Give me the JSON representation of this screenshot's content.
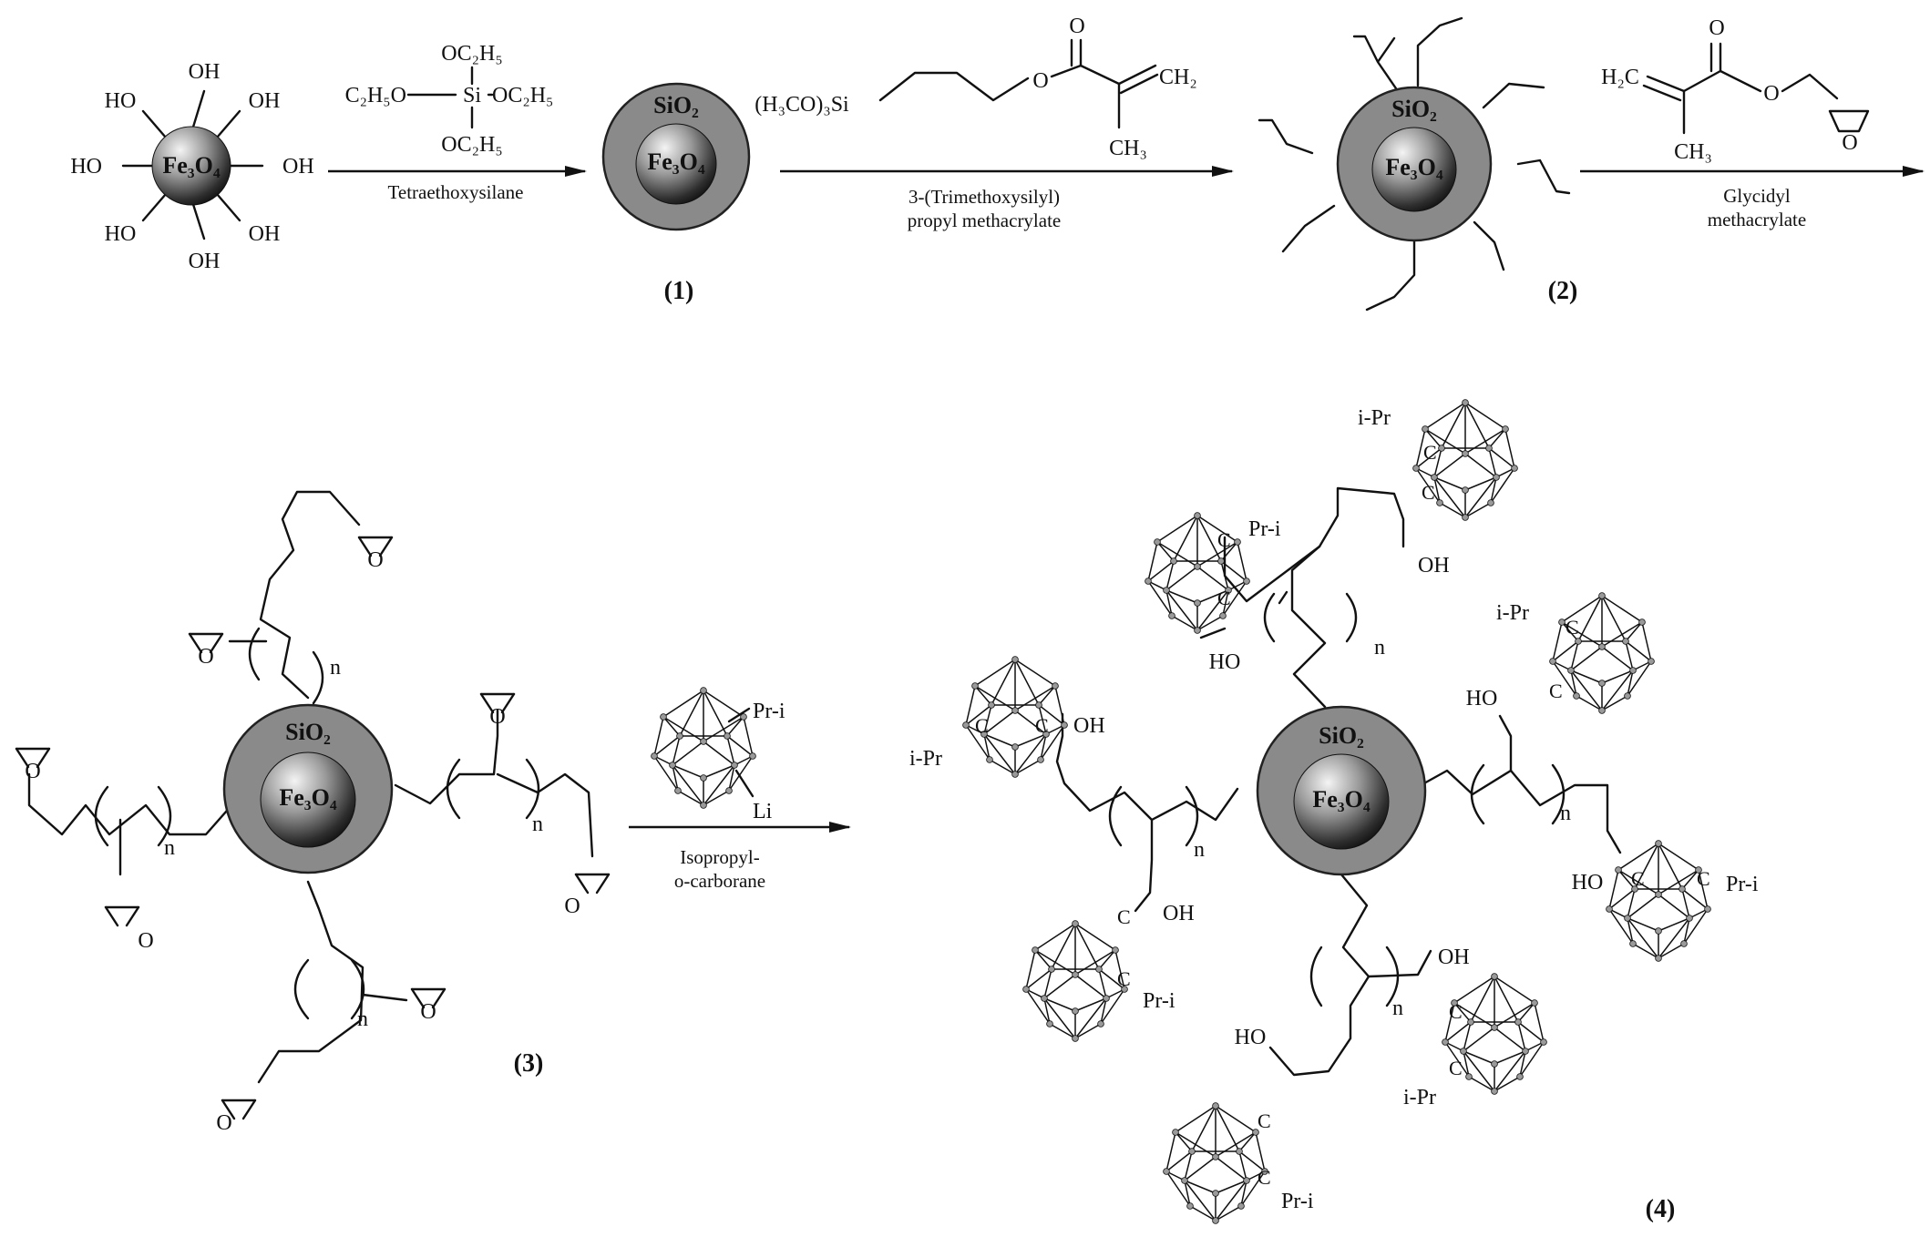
{
  "labels": {
    "hydroxyl": "OH",
    "hydroxyl_left": "HO",
    "core": "Fe₃O₄",
    "shell": "SiO₂",
    "repeat_n": "n",
    "ring_oxygen": "O",
    "isopropyl_right": "Pr-i",
    "isopropyl_left": "i-Pr",
    "carbon": "C",
    "lithium": "Li"
  },
  "compounds": {
    "c1": "(1)",
    "c2": "(2)",
    "c3": "(3)",
    "c4": "(4)"
  },
  "reagents": {
    "teos_top": "OC₂H₅",
    "teos_left": "C₂H₅O",
    "teos_si": "Si",
    "teos_right": "OC₂H₅",
    "teos_bottom": "OC₂H₅",
    "tmspma_si": "(H₃CO)₃Si",
    "ch2": "CH₂",
    "ch3": "CH₃",
    "ketone_o": "O",
    "ester_o": "O",
    "gma_h2c": "H₂C",
    "gma_ch3": "CH₃"
  },
  "steps": {
    "step1": [
      "Tetraethoxysilane"
    ],
    "step2": [
      "3-(Trimethoxysilyl)",
      "propyl methacrylate"
    ],
    "step3": [
      "Glycidyl",
      "methacrylate"
    ],
    "step4": [
      "Isopropyl-",
      "o-carborane"
    ]
  },
  "colors": {
    "ink": "#111111",
    "shell": "#8a8a8a",
    "core_light": "#f4f4f4",
    "core_dark": "#0c0c0c"
  }
}
